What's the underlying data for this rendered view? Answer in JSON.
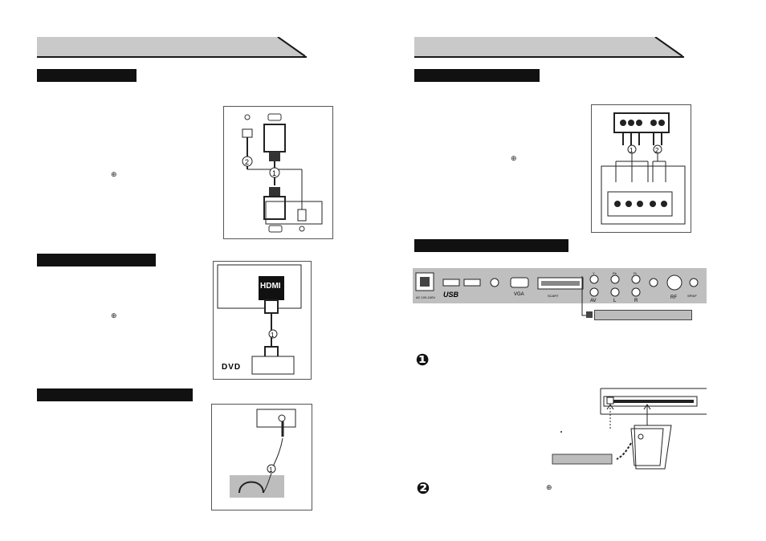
{
  "diagrams": {
    "hdmi": {
      "port_label": "HDMI",
      "device_label": "DVD"
    },
    "rear_panel": {
      "labels": {
        "ac_in": "AC 100-240V",
        "usb": "USB",
        "vga": "VGA",
        "av": "AV",
        "left": "L",
        "right": "R",
        "rf": "RF",
        "spdif": "SPDIF",
        "y": "Y",
        "pb": "Pb",
        "pr": "Pr",
        "scart": "SCART"
      }
    },
    "cable_numbers": {
      "one": "1",
      "two": "2"
    }
  },
  "steps": {
    "step1": "❶",
    "step2": "❷"
  },
  "icons": {
    "source": "source-input-icon",
    "colors": {
      "header": "#c9c9c9",
      "bars": "#111111",
      "callout": "#bdbdbd"
    }
  }
}
